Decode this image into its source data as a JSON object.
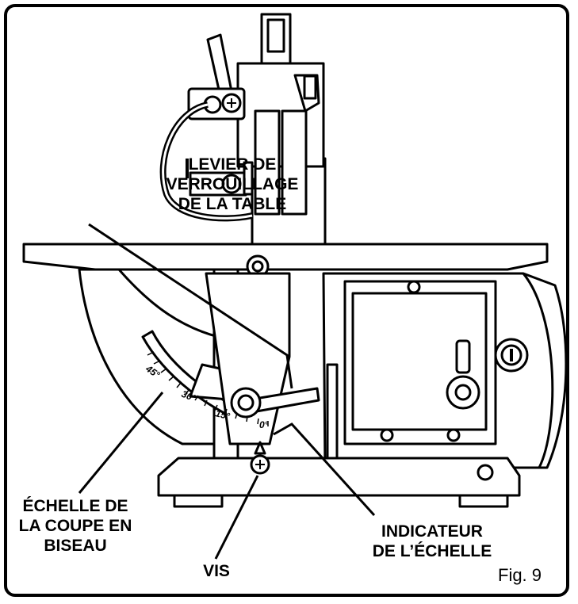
{
  "labels": {
    "lock_lever": "LEVIER DE\nVERROUILLAGE\nDE LA TABLE",
    "bevel_scale": "ÉCHELLE DE\nLA COUPE EN\nBISEAU",
    "screw": "VIS",
    "scale_indicator": "INDICATEUR\nDE L’ÉCHELLE"
  },
  "figure_label": "Fig. 9",
  "scale_marks": [
    "45°",
    "30°",
    "15°",
    "0°"
  ]
}
